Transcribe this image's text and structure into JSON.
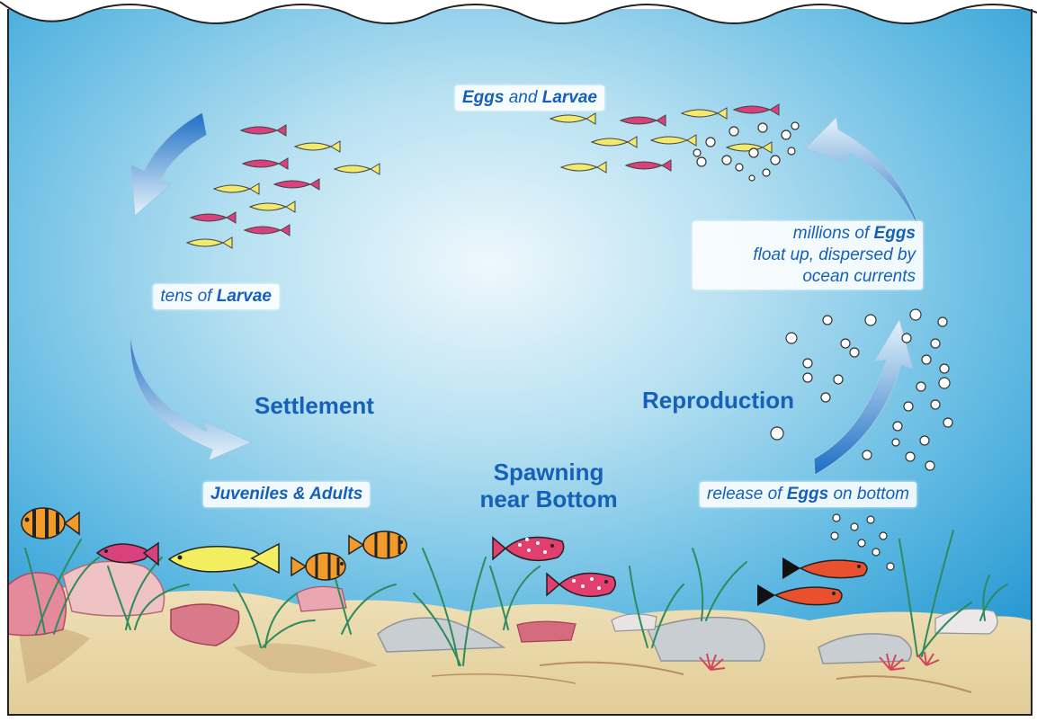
{
  "labels": {
    "eggs_and_larvae": {
      "eggs": "Eggs",
      "and": " and ",
      "larvae": "Larvae"
    },
    "tens_of_larvae": {
      "prefix": "tens of ",
      "larvae": "Larvae"
    },
    "juveniles_adults": "Juveniles & Adults",
    "millions_of_eggs": {
      "prefix": "millions of ",
      "eggs": "Eggs",
      "line2": "float up, dispersed by",
      "line3": "ocean currents"
    },
    "release_of_eggs": {
      "prefix": "release of ",
      "eggs": "Eggs",
      "suffix": " on bottom"
    }
  },
  "titles": {
    "settlement": "Settlement",
    "reproduction": "Reproduction",
    "spawning_line1": "Spawning",
    "spawning_line2": "near Bottom"
  },
  "colors": {
    "water_edge": "#2f9fd6",
    "water_center": "#e9f6fb",
    "text_blue": "#1560b8",
    "sand": "#e9d9ae",
    "arrow_dark": "#1d6fc4",
    "larva_pink": "#d8417c",
    "larva_yellow": "#f2ea6c"
  }
}
